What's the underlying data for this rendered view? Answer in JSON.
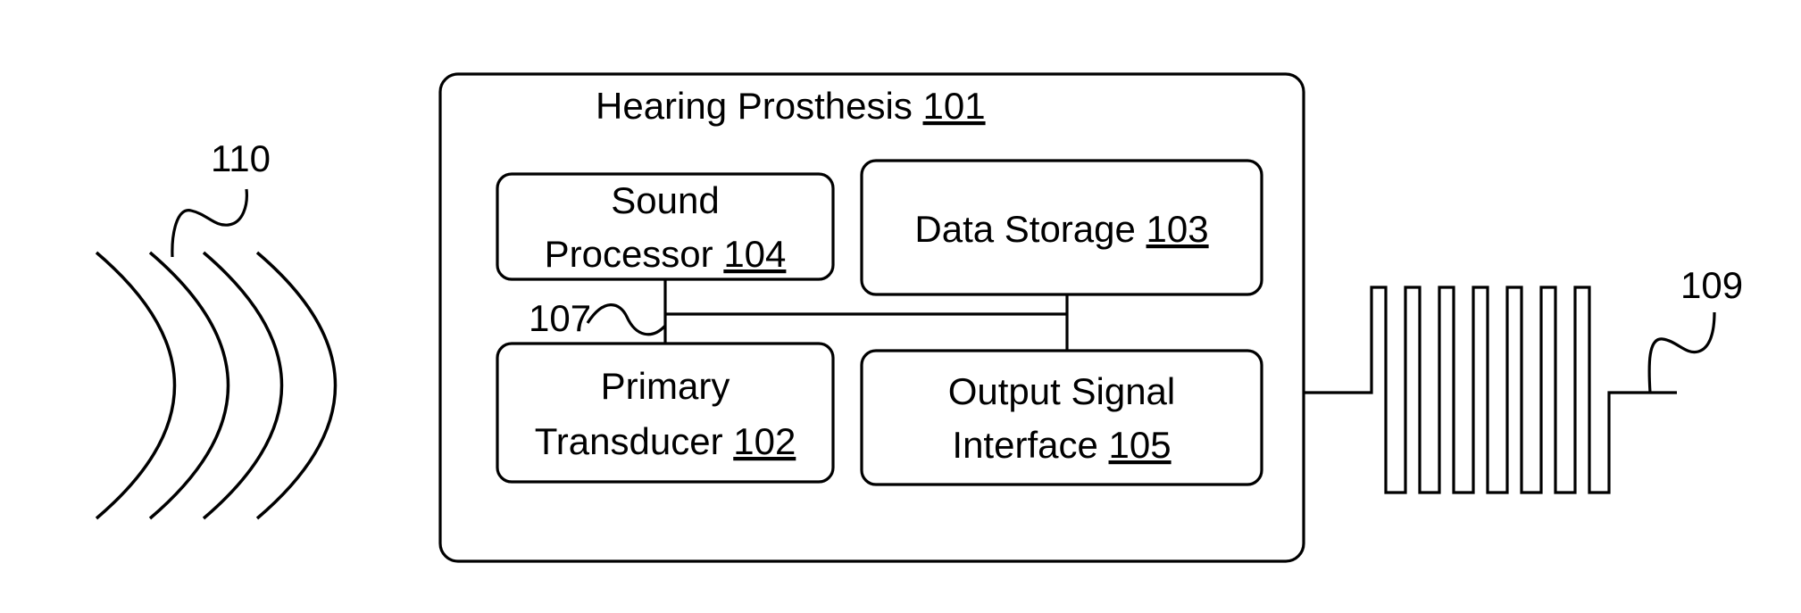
{
  "prosthesis": {
    "label": "Hearing Prosthesis",
    "ref": "101"
  },
  "blocks": {
    "sound_processor": {
      "line1": "Sound",
      "line2": "Processor",
      "ref": "104"
    },
    "data_storage": {
      "label": "Data Storage",
      "ref": "103"
    },
    "primary_transducer": {
      "line1": "Primary",
      "line2": "Transducer",
      "ref": "102"
    },
    "output_interface": {
      "line1": "Output Signal",
      "line2": "Interface",
      "ref": "105"
    }
  },
  "callouts": {
    "sound_waves": "110",
    "bus": "107",
    "output_signal": "109"
  }
}
